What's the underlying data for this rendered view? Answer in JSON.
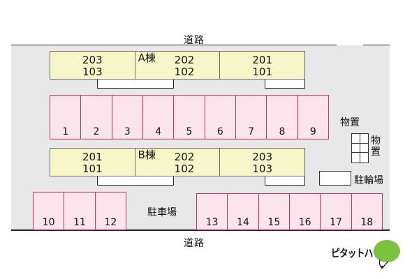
{
  "road_top": "道路",
  "road_bottom": "道路",
  "building_a": {
    "name": "A棟",
    "units": [
      {
        "upper": "203",
        "lower": "103"
      },
      {
        "upper": "202",
        "lower": "102"
      },
      {
        "upper": "201",
        "lower": "101"
      }
    ]
  },
  "building_b": {
    "name": "B棟",
    "units": [
      {
        "upper": "201",
        "lower": "101"
      },
      {
        "upper": "202",
        "lower": "102"
      },
      {
        "upper": "203",
        "lower": "103"
      }
    ]
  },
  "parking_middle": [
    "1",
    "2",
    "3",
    "4",
    "5",
    "6",
    "7",
    "8",
    "9"
  ],
  "parking_bottom_left": [
    "10",
    "11",
    "12"
  ],
  "parking_bottom_right": [
    "13",
    "14",
    "15",
    "16",
    "17",
    "18"
  ],
  "labels": {
    "storage_top": "物置",
    "storage_side_1": "物",
    "storage_side_2": "置",
    "bicycle": "駐輪場",
    "parking": "駐車場"
  },
  "logo": {
    "text": "ピタットハウス"
  },
  "colors": {
    "building_fill": "#f6f6c8",
    "parking_fill": "#fce4ec",
    "parking_border": "#cc3a4a",
    "site_fill": "#e8e8e8",
    "logo_green": "#7cc242"
  }
}
